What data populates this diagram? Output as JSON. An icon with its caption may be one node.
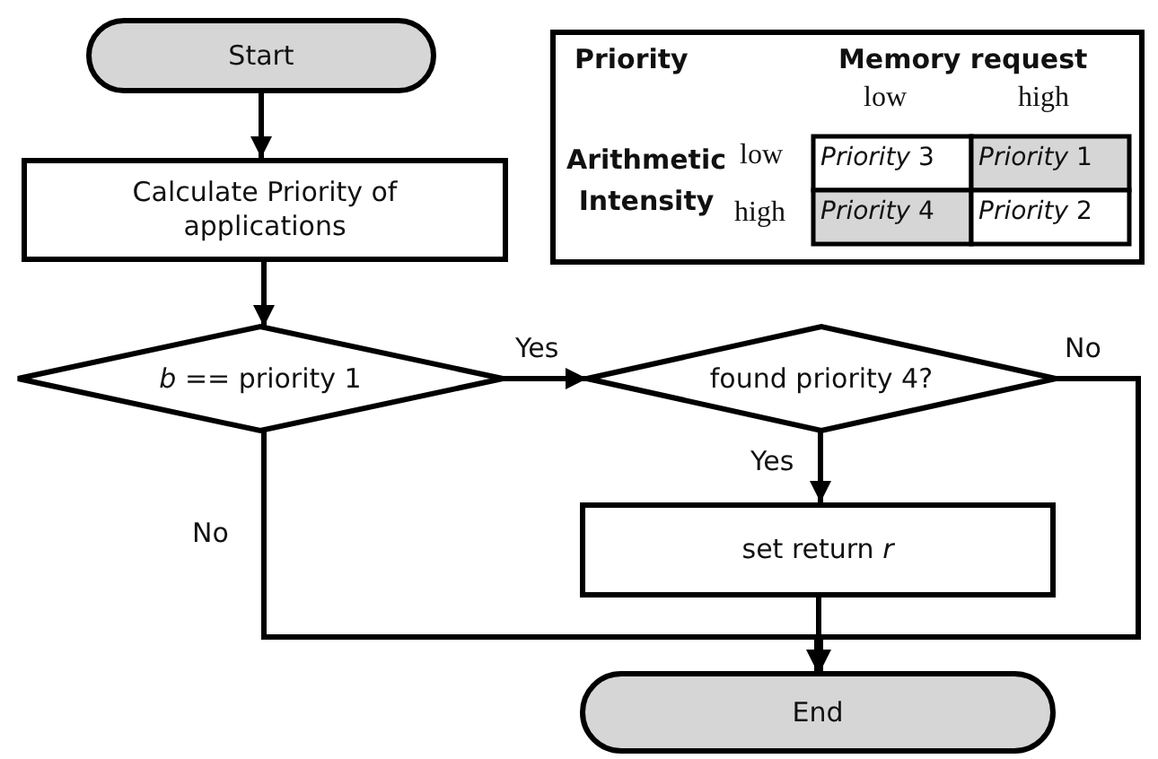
{
  "diagram": {
    "nodes": [
      {
        "text": [
          "Start"
        ]
      },
      {
        "text": [
          "Calculate Priority of applications"
        ]
      },
      {
        "text": [
          "*b* == priority 1"
        ]
      },
      {
        "text": [
          "found priority 4?"
        ]
      },
      {
        "text": [
          "set return *r*"
        ]
      },
      {
        "text": [
          "End"
        ]
      }
    ],
    "edges": [
      {
        "from": 0,
        "to": 1,
        "arrow": "to"
      },
      {
        "from": 1,
        "to": 2,
        "arrow": "to"
      },
      {
        "from": 2,
        "to": 3,
        "arrow": "to",
        "label": "Yes"
      },
      {
        "from": 3,
        "to": 4,
        "arrow": "to",
        "label": "Yes"
      },
      {
        "from": 3,
        "to": 5,
        "arrow": "to",
        "label": "No"
      },
      {
        "from": 2,
        "to": 5,
        "arrow": "to",
        "label": "No"
      },
      {
        "from": 4,
        "to": 5,
        "arrow": "to"
      }
    ],
    "labels": [
      "Priority",
      "Memory request",
      "low",
      "high",
      "Arithmetic Intensity",
      "low",
      "*Priority* 3",
      "*Priority* 1",
      "high",
      "*Priority* 4",
      "*Priority* 2"
    ]
  }
}
